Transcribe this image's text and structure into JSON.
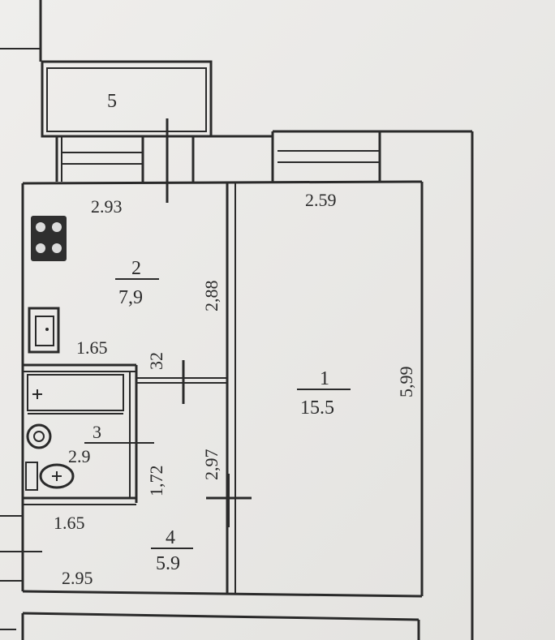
{
  "rooms": [
    {
      "number": "1",
      "area": "15.5"
    },
    {
      "number": "2",
      "area": "7,9"
    },
    {
      "number": "3",
      "area": "2.9"
    },
    {
      "number": "4",
      "area": "5.9"
    },
    {
      "number": "5"
    }
  ],
  "dimensions": {
    "kitchen_width": "2.93",
    "living_width": "2.59",
    "kitchen_length": "2,88",
    "kitchen_lower_width": "1.65",
    "partition": "32",
    "bath_length": "1,72",
    "corridor_length": "2,97",
    "living_length": "5,99",
    "hall_width": "1.65",
    "hall_length": "2.95"
  }
}
